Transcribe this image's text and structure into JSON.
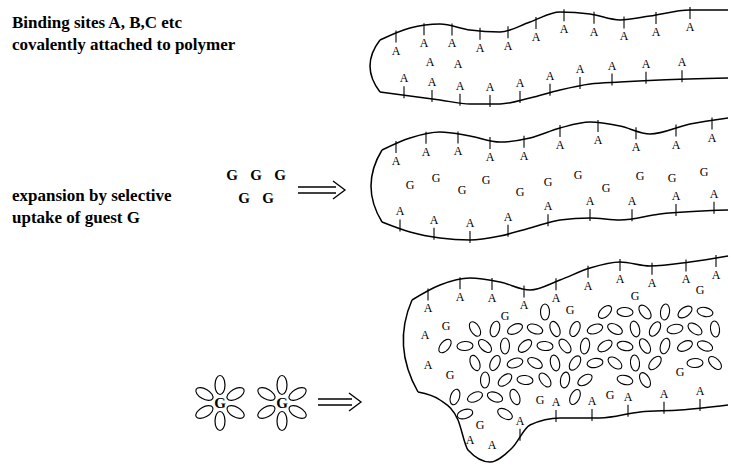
{
  "diagram": {
    "labels": [
      "Binding sites A, B,C etc covalently attached to polymer",
      "expansion by selective uptake of guest G",
      "A",
      "A",
      "A",
      "A",
      "A",
      "A",
      "A",
      "A",
      "A",
      "A",
      "A",
      "A",
      "A",
      "A",
      "A",
      "A",
      "A",
      "A",
      "A",
      "A",
      "A",
      "A",
      "A",
      "A",
      "A",
      "A",
      "A",
      "A",
      "A",
      "A",
      "A",
      "A",
      "A",
      "A",
      "A",
      "A",
      "A",
      "A",
      "A",
      "A",
      "A",
      "A",
      "G",
      "G",
      "G",
      "G",
      "G",
      "G",
      "G",
      "G",
      "G",
      "G",
      "G",
      "G",
      "G",
      "G",
      "G",
      "G",
      "A",
      "A",
      "A",
      "A",
      "A",
      "A",
      "A",
      "A",
      "A",
      "A",
      "A",
      "A",
      "A",
      "A",
      "A",
      "A",
      "A",
      "A",
      "A",
      "A",
      "G",
      "G",
      "G",
      "G",
      "G",
      "G",
      "G",
      "G",
      "G",
      "G",
      "G",
      "G"
    ]
  }
}
